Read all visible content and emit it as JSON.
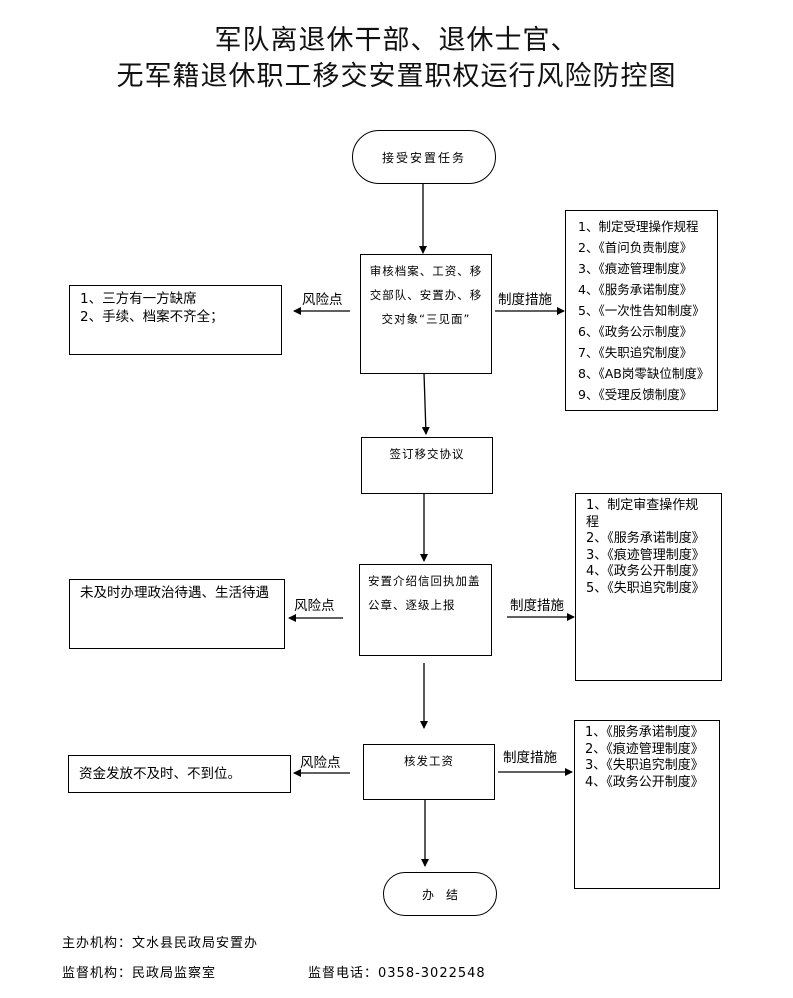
{
  "title": {
    "line1": "军队离退休干部、退休士官、",
    "line2": "无军籍退休职工移交安置职权运行风险防控图"
  },
  "flow": {
    "start": "接受安置任务",
    "step1": "审核档案、工资、移交部队、安置办、移交对象“三见面”",
    "step2": "签订移交协议",
    "step3": "安置介绍信回执加盖公章、逐级上报",
    "step4": "核发工资",
    "end": "办　结"
  },
  "labels": {
    "risk": "风险点",
    "measures": "制度措施"
  },
  "risks": {
    "step1": [
      "1、三方有一方缺席",
      "2、手续、档案不齐全；"
    ],
    "step3": "未及时办理政治待遇、生活待遇",
    "step4": "资金发放不及时、不到位。"
  },
  "measures": {
    "step1": [
      "1、制定受理操作规程",
      "2、《首问负责制度》",
      "3、《痕迹管理制度》",
      "4、《服务承诺制度》",
      "5、《一次性告知制度》",
      "6、《政务公示制度》",
      "7、《失职追究制度》",
      "8、《AB岗零缺位制度》",
      "9、《受理反馈制度》"
    ],
    "step3": [
      "1、制定审查操作规程",
      "2、《服务承诺制度》",
      "3、《痕迹管理制度》",
      "4、《政务公开制度》",
      "5、《失职追究制度》"
    ],
    "step4": [
      "1、《服务承诺制度》",
      "2、《痕迹管理制度》",
      "3、《失职追究制度》",
      "4、《政务公开制度》"
    ]
  },
  "footer": {
    "host_label": "主办机构：",
    "host_value": "文水县民政局安置办",
    "supervisor_label": "监督机构：",
    "supervisor_value": "民政局监察室",
    "phone_label": "监督电话：",
    "phone_value": "0358-3022548"
  }
}
